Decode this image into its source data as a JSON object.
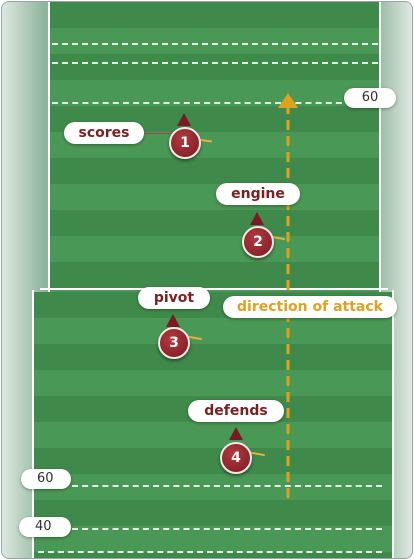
{
  "yard_markers": {
    "top_right": "60",
    "bottom_left_upper": "60",
    "bottom_left_lower": "40"
  },
  "players": [
    {
      "number": "1",
      "label": "scores"
    },
    {
      "number": "2",
      "label": "engine"
    },
    {
      "number": "3",
      "label": "pivot"
    },
    {
      "number": "4",
      "label": "defends"
    }
  ],
  "attack": {
    "label": "direction of attack"
  },
  "colors": {
    "field_dark": "#3f8a4a",
    "field_light": "#4a9855",
    "player_fill": "#7b1a22",
    "label_text": "#7a1f22",
    "attack_arrow": "#e0a020"
  }
}
